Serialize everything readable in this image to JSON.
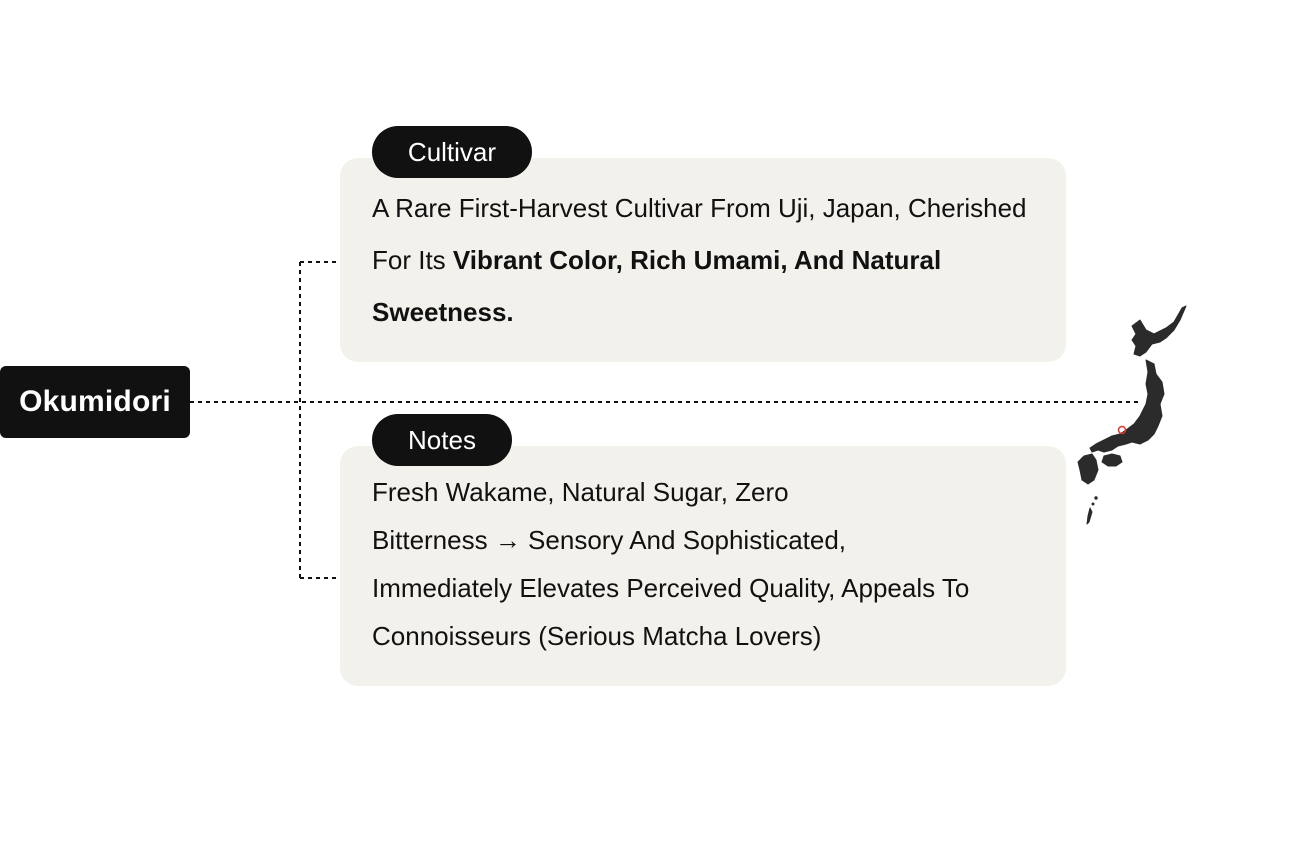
{
  "root": {
    "label": "Okumidori"
  },
  "cultivar": {
    "tag": "Cultivar",
    "text_plain": "A Rare First-Harvest Cultivar From Uji, Japan, Cherished For Its ",
    "text_bold": "Vibrant Color, Rich Umami, And Natural Sweetness."
  },
  "notes": {
    "tag": "Notes",
    "lines": [
      "Fresh Wakame, Natural Sugar, Zero",
      "Bitterness → Sensory And Sophisticated,",
      "Immediately Elevates Perceived Quality, Appeals To",
      "Connoisseurs (Serious Matcha Lovers)"
    ]
  },
  "map": {
    "icon": "japan-map-icon",
    "marker_icon": "uji-location-marker-icon",
    "land_color": "#2b2b2b",
    "marker_color": "#e0362c"
  },
  "colors": {
    "node_bg": "#111111",
    "card_bg": "#f3f1eb",
    "connector": "#111111"
  }
}
